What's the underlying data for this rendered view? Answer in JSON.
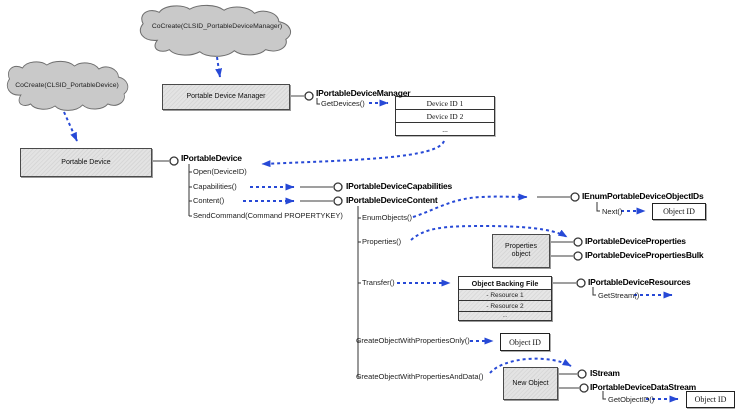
{
  "colors": {
    "arrow_blue": "#2749d6",
    "cloud_fill": "#c9c9c9",
    "cloud_stroke": "#6e6e6e",
    "line_gray": "#666666",
    "box_border": "#4a4a4a"
  },
  "clouds": {
    "manager": {
      "label": "CoCreate(CLSID_PortableDeviceManager)"
    },
    "device": {
      "label": "CoCreate(CLSID_PortableDevice)"
    }
  },
  "boxes": {
    "portable_device_manager": {
      "label": "Portable Device Manager"
    },
    "portable_device": {
      "label": "Portable Device"
    },
    "properties_object": {
      "line1": "Properties",
      "line2": "object"
    },
    "new_object": {
      "label": "New Object"
    },
    "object_id": {
      "label": "Object ID"
    }
  },
  "device_id_list": {
    "rows": [
      "Device ID 1",
      "Device ID 2",
      "..."
    ]
  },
  "object_backing_file": {
    "header": "Object Backing File",
    "rows": [
      "- Resource 1",
      "- Resource 2",
      "..."
    ]
  },
  "interfaces": {
    "manager": {
      "name": "IPortableDeviceManager",
      "methods": {
        "get_devices": "GetDevices()"
      }
    },
    "device": {
      "name": "IPortableDevice",
      "methods": {
        "open": "Open(DeviceID)",
        "capabilities": "Capabilities()",
        "content": "Content()",
        "send_command": "SendCommand(Command PROPERTYKEY)"
      }
    },
    "capabilities": {
      "name": "IPortableDeviceCapabilities"
    },
    "content": {
      "name": "IPortableDeviceContent",
      "methods": {
        "enum_objects": "EnumObjects()",
        "properties": "Properties()",
        "transfer": "Transfer()",
        "create_props_only": "CreateObjectWithPropertiesOnly()",
        "create_props_data": "CreateObjectWithPropertiesAndData()"
      }
    },
    "enum_object_ids": {
      "name": "IEnumPortableDeviceObjectIDs",
      "methods": {
        "next": "Next()"
      }
    },
    "properties": {
      "name": "IPortableDeviceProperties"
    },
    "properties_bulk": {
      "name": "IPortableDevicePropertiesBulk"
    },
    "resources": {
      "name": "IPortableDeviceResources",
      "methods": {
        "get_stream": "GetStream()"
      }
    },
    "istream": {
      "name": "IStream"
    },
    "data_stream": {
      "name": "IPortableDeviceDataStream",
      "methods": {
        "get_object_id": "GetObjectID()"
      }
    }
  }
}
